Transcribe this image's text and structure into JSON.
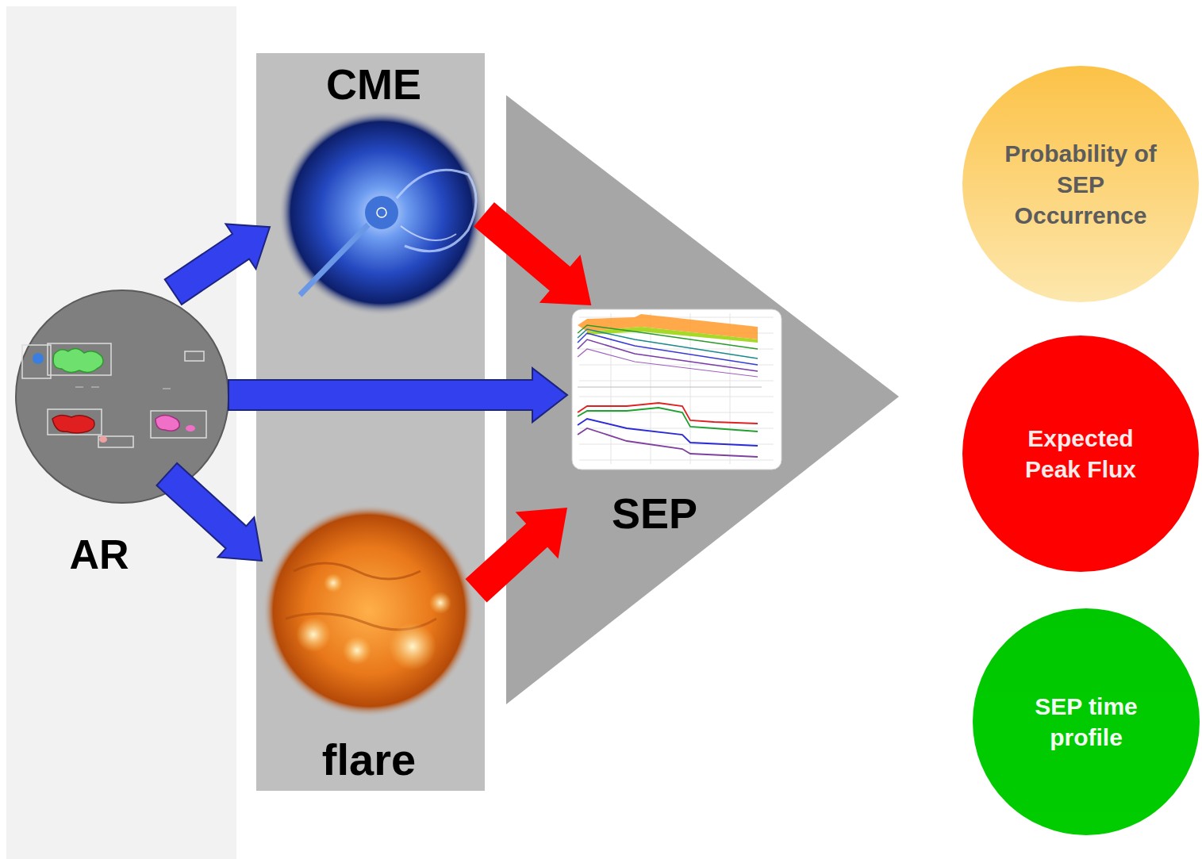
{
  "diagram": {
    "nodes": [
      {
        "text": [
          "AR"
        ]
      },
      {
        "text": [
          "CME"
        ]
      },
      {
        "text": [
          "flare"
        ]
      },
      {
        "text": [
          "SEP"
        ]
      },
      {
        "text": [
          "Probability of SEP Occurrence"
        ]
      },
      {
        "text": [
          "Expected Peak Flux"
        ]
      },
      {
        "text": [
          "SEP time profile"
        ]
      }
    ],
    "edges": [
      {
        "from": 0,
        "to": 1,
        "arrow": "to"
      },
      {
        "from": 0,
        "to": 3,
        "arrow": "to"
      },
      {
        "from": 0,
        "to": 2,
        "arrow": "to"
      },
      {
        "from": 1,
        "to": 3,
        "arrow": "to"
      },
      {
        "from": 2,
        "to": 3,
        "arrow": "to"
      }
    ]
  }
}
